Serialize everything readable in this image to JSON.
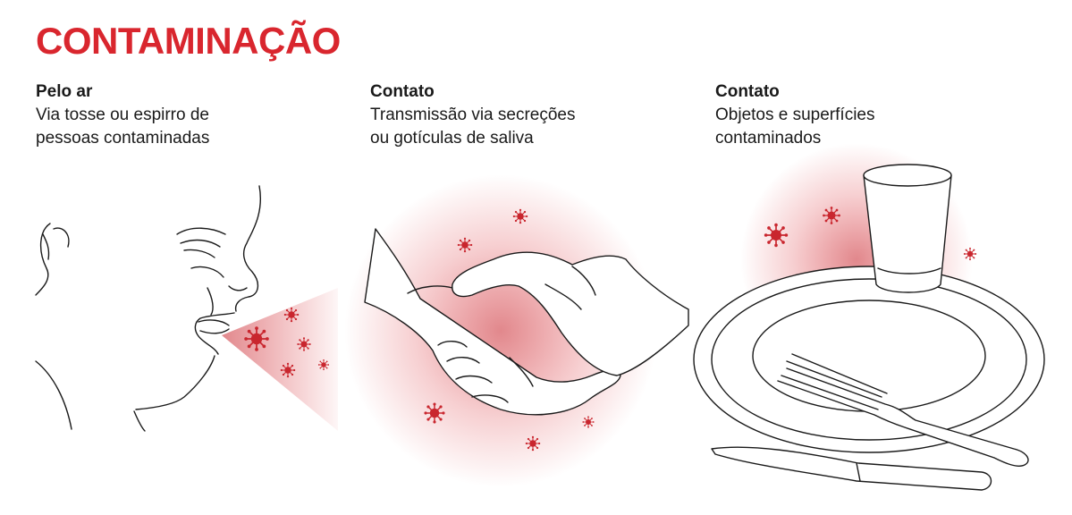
{
  "title": "CONTAMINAÇÃO",
  "colors": {
    "accent": "#d9262e",
    "line": "#1a1a1a",
    "glow": "#c9262e"
  },
  "panels": [
    {
      "heading": "Pelo ar",
      "text": "Via tosse ou espirro de\npessoas contaminadas",
      "illustration": "coughing-person"
    },
    {
      "heading": "Contato",
      "text": "Transmissão via secreções\nou gotículas de saliva",
      "illustration": "handshake"
    },
    {
      "heading": "Contato",
      "text": "Objetos e superfícies\ncontaminados",
      "illustration": "plate-glass-cutlery"
    }
  ],
  "icons": [
    "virus-icon"
  ]
}
